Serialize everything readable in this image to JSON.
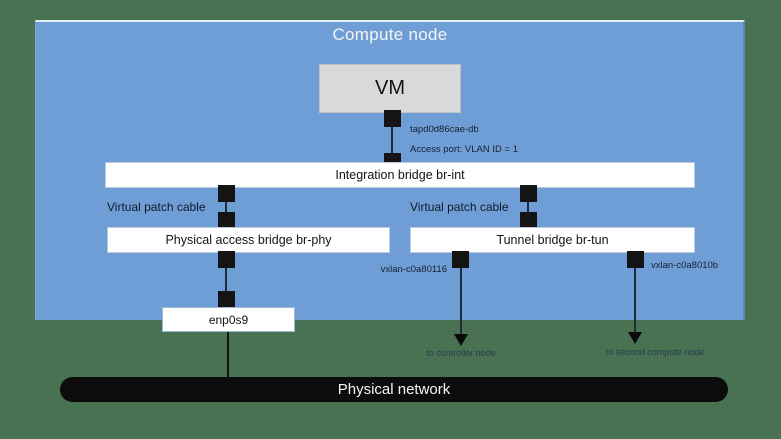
{
  "colors": {
    "background_green": "#487251",
    "compute_node_blue": "#6f9ed7",
    "vm_gray": "#d9d9d9",
    "bridge_white": "#ffffff",
    "connector_black": "#141414",
    "physical_network_black": "#0c0c0c"
  },
  "compute_node": {
    "title": "Compute node"
  },
  "vm": {
    "label": "VM"
  },
  "bridges": {
    "integration": "Integration bridge br-int",
    "physical_access": "Physical access bridge br-phy",
    "tunnel": "Tunnel bridge br-tun"
  },
  "links": {
    "tap": "tapd0d86cae-db",
    "access_port": "Access port: VLAN ID = 1",
    "patch_left": "Virtual patch cable",
    "patch_right": "Virtual patch cable",
    "vxlan_left": "vxlan-c0a80116",
    "vxlan_right": "vxlan-c0a8010b",
    "to_left": "to controller node",
    "to_right": "to second compute node"
  },
  "nic": {
    "label": "enp0s9"
  },
  "physical_network": {
    "label": "Physical network"
  }
}
